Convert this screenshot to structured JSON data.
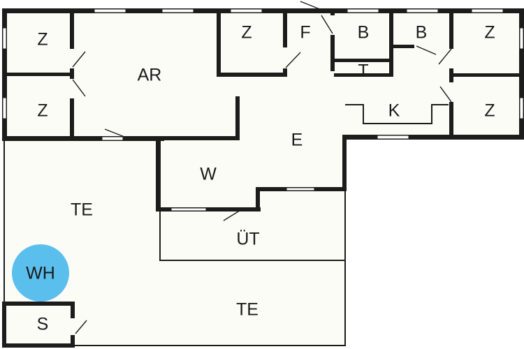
{
  "plan": {
    "rooms": {
      "z1": "Z",
      "z2": "Z",
      "ar": "AR",
      "z3": "Z",
      "f": "F",
      "b1": "B",
      "b2": "B",
      "z4": "Z",
      "t": "T",
      "k": "K",
      "z5": "Z",
      "e": "E",
      "w": "W",
      "te1": "TE",
      "ut": "ÜT",
      "wh": "WH",
      "te2": "TE",
      "s": "S"
    },
    "colors": {
      "floor": "#fcfcf7",
      "wall": "#1c1c1c",
      "whirlpool": "#5bbfee"
    }
  }
}
